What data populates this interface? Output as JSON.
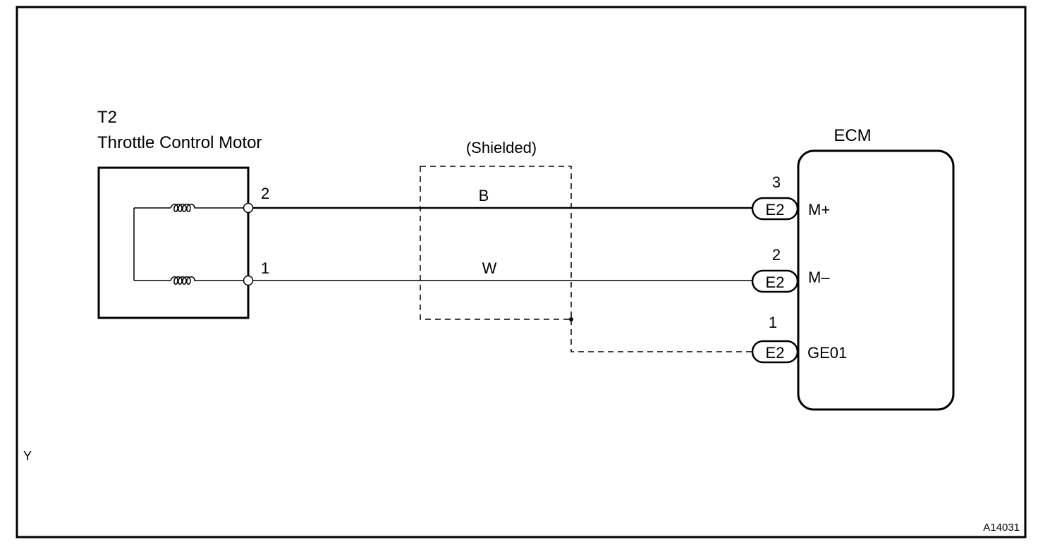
{
  "component": {
    "code": "T2",
    "name": "Throttle Control Motor",
    "pins": [
      "2",
      "1"
    ]
  },
  "shield": {
    "label": "(Shielded)"
  },
  "wires": [
    {
      "color": "B"
    },
    {
      "color": "W"
    }
  ],
  "ecm": {
    "title": "ECM",
    "terminals": [
      {
        "number": "3",
        "connector": "E2",
        "signal": "M+"
      },
      {
        "number": "2",
        "connector": "E2",
        "signal": "M–"
      },
      {
        "number": "1",
        "connector": "E2",
        "signal": "GE01"
      }
    ]
  },
  "corner_mark": "Y",
  "figure_id": "A14031",
  "colors": {
    "line": "#000000",
    "background": "#ffffff"
  }
}
